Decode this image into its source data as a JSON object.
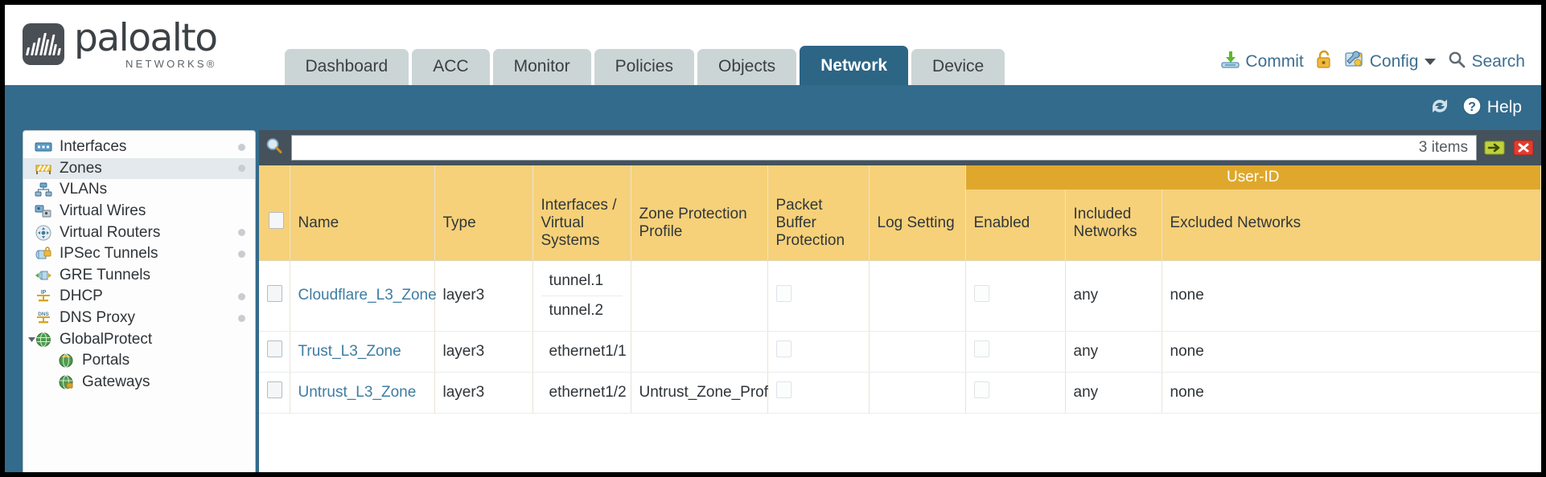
{
  "brand": {
    "name": "paloalto",
    "tagline": "NETWORKS",
    "registered": "®"
  },
  "tabs": [
    {
      "label": "Dashboard",
      "active": false
    },
    {
      "label": "ACC",
      "active": false
    },
    {
      "label": "Monitor",
      "active": false
    },
    {
      "label": "Policies",
      "active": false
    },
    {
      "label": "Objects",
      "active": false
    },
    {
      "label": "Network",
      "active": true
    },
    {
      "label": "Device",
      "active": false
    }
  ],
  "top_actions": {
    "commit": "Commit",
    "config": "Config",
    "search": "Search",
    "lock_icon": "padlock-icon",
    "commit_icon": "commit-download-icon",
    "config_icon": "config-wrench-icon",
    "search_icon": "magnifier-icon"
  },
  "blue_band": {
    "refresh_icon": "refresh-icon",
    "help_label": "Help",
    "help_icon": "help-question-icon"
  },
  "sidebar": {
    "items": [
      {
        "label": "Interfaces",
        "icon": "interfaces-icon",
        "selected": false,
        "dot": true,
        "child": false,
        "expander": ""
      },
      {
        "label": "Zones",
        "icon": "zones-icon",
        "selected": true,
        "dot": true,
        "child": false,
        "expander": ""
      },
      {
        "label": "VLANs",
        "icon": "vlans-icon",
        "selected": false,
        "dot": false,
        "child": false,
        "expander": ""
      },
      {
        "label": "Virtual Wires",
        "icon": "virtual-wires-icon",
        "selected": false,
        "dot": false,
        "child": false,
        "expander": ""
      },
      {
        "label": "Virtual Routers",
        "icon": "virtual-routers-icon",
        "selected": false,
        "dot": true,
        "child": false,
        "expander": ""
      },
      {
        "label": "IPSec Tunnels",
        "icon": "ipsec-tunnels-icon",
        "selected": false,
        "dot": true,
        "child": false,
        "expander": ""
      },
      {
        "label": "GRE Tunnels",
        "icon": "gre-tunnels-icon",
        "selected": false,
        "dot": false,
        "child": false,
        "expander": ""
      },
      {
        "label": "DHCP",
        "icon": "dhcp-icon",
        "selected": false,
        "dot": true,
        "child": false,
        "expander": ""
      },
      {
        "label": "DNS Proxy",
        "icon": "dns-proxy-icon",
        "selected": false,
        "dot": true,
        "child": false,
        "expander": ""
      },
      {
        "label": "GlobalProtect",
        "icon": "globalprotect-icon",
        "selected": false,
        "dot": false,
        "child": false,
        "expander": "expanded"
      },
      {
        "label": "Portals",
        "icon": "portals-icon",
        "selected": false,
        "dot": false,
        "child": true,
        "expander": ""
      },
      {
        "label": "Gateways",
        "icon": "gateways-icon",
        "selected": false,
        "dot": false,
        "child": true,
        "expander": ""
      }
    ]
  },
  "search": {
    "value": "",
    "placeholder": "",
    "icon": "magnifier-icon",
    "items_count": "3 items",
    "apply_icon": "apply-arrow-icon",
    "clear_icon": "clear-x-icon"
  },
  "table": {
    "group_header": {
      "userid": "User-ID"
    },
    "columns": [
      {
        "key": "check",
        "label": ""
      },
      {
        "key": "name",
        "label": "Name"
      },
      {
        "key": "type",
        "label": "Type"
      },
      {
        "key": "interfaces",
        "label": "Interfaces / Virtual Systems"
      },
      {
        "key": "zone_protection",
        "label": "Zone Protection Profile"
      },
      {
        "key": "packet_buffer",
        "label": "Packet Buffer Protection"
      },
      {
        "key": "log_setting",
        "label": "Log Setting"
      },
      {
        "key": "enabled",
        "label": "Enabled"
      },
      {
        "key": "included",
        "label": "Included Networks"
      },
      {
        "key": "excluded",
        "label": "Excluded Networks"
      }
    ],
    "rows": [
      {
        "checked": false,
        "name": "Cloudflare_L3_Zone",
        "type": "layer3",
        "interfaces": [
          "tunnel.1",
          "tunnel.2"
        ],
        "zone_protection": "",
        "packet_buffer_checked": false,
        "log_setting": "",
        "enabled_checked": false,
        "included": "any",
        "excluded": "none"
      },
      {
        "checked": false,
        "name": "Trust_L3_Zone",
        "type": "layer3",
        "interfaces": [
          "ethernet1/1"
        ],
        "zone_protection": "",
        "packet_buffer_checked": false,
        "log_setting": "",
        "enabled_checked": false,
        "included": "any",
        "excluded": "none"
      },
      {
        "checked": false,
        "name": "Untrust_L3_Zone",
        "type": "layer3",
        "interfaces": [
          "ethernet1/2"
        ],
        "zone_protection": "Untrust_Zone_Prof",
        "packet_buffer_checked": false,
        "log_setting": "",
        "enabled_checked": false,
        "included": "any",
        "excluded": "none"
      }
    ]
  },
  "colors": {
    "brand_blue": "#336b8c",
    "active_tab": "#2d6585",
    "header_amber": "#f6d179",
    "userid_amber": "#dfa82c",
    "search_bar": "#45525c",
    "link_blue": "#3e7da3"
  }
}
